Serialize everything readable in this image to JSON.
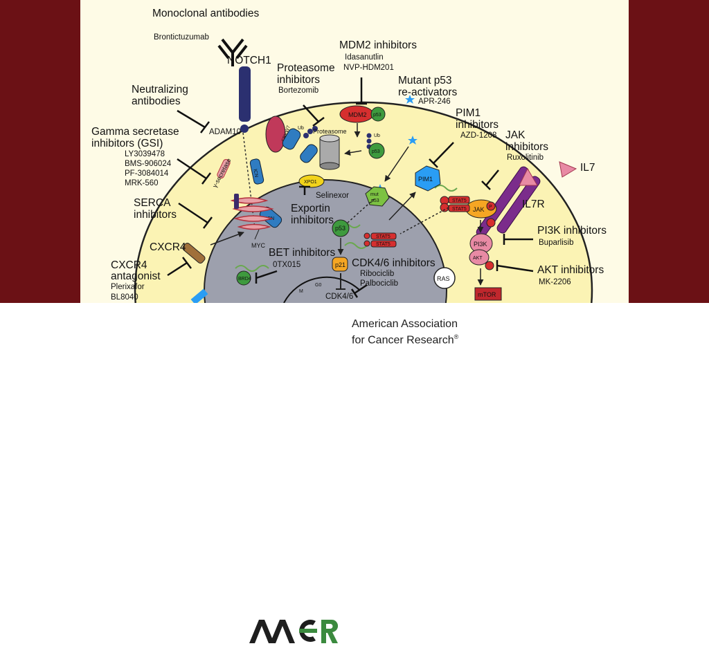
{
  "title": "",
  "colors": {
    "frame": "#6b1115",
    "canvas": "#fefbe6",
    "cytoplasm": "#fbf3b4",
    "nucleus": "#9da0ad",
    "logo_green": "#3b8a3e",
    "logo_dark": "#1e1e1e"
  },
  "labels": {
    "mono_title": "Monoclonal antibodies",
    "brontictuzumab": "Brontictuzumab",
    "notch1": "NOTCH1",
    "mdm2_title": "MDM2 inhibitors",
    "idasanutlin": "Idasanutlin",
    "nvp": "NVP-HDM201",
    "prot_1": "Proteasome",
    "prot_2": "inhibitors",
    "bortezomib": "Bortezomib",
    "mutp53_1": "Mutant p53",
    "mutp53_2": "re-activators",
    "apr246": "APR-246",
    "neut_1": "Neutralizing",
    "neut_2": "antibodies",
    "adam10": "ADAM10",
    "pim1_1": "PIM1",
    "pim1_2": "inhibitors",
    "azd": "AZD-1208",
    "gsi_1": "Gamma secretase",
    "gsi_2": "inhibitors (GSI)",
    "ly": "LY3039478",
    "bms": "BMS-906024",
    "pf": "PF-3084014",
    "mrk": "MRK-560",
    "gsec": "γ-secretase",
    "jak_1": "JAK",
    "jak_2": "inhibitors",
    "ruxolitinib": "Ruxolitinib",
    "il7": "IL7",
    "il7r": "IL7R",
    "serca_1": "SERCA",
    "serca_2": "inhibitors",
    "cxcr4": "CXCR4",
    "cxcr4ant_1": "CXCR4",
    "cxcr4ant_2": "antagonist",
    "plerixafor": "Plerixafor",
    "bl8040": "BL8040",
    "xpo1": "XPO1",
    "selinexor": "Selinexor",
    "exportin_1": "Exportin",
    "exportin_2": "inhibitors",
    "icn": "ICN",
    "myc": "MYC",
    "bet": "BET inhibitors",
    "otx": "0TX015",
    "brd4": "BRD4",
    "p53": "p53",
    "mut": "mut",
    "stat5": "STAT5",
    "p21": "p21",
    "cdk_title": "CDK4/6 inhibitors",
    "ribociclib": "Ribociclib",
    "palbociclib": "Palbociclib",
    "cdk46": "CDK4/6",
    "g0": "G0",
    "mphase": "M",
    "ras": "RAS",
    "pi3k_title": "PI3K inhibitors",
    "buparlisib": "Buparlisib",
    "pi3k": "PI3K",
    "akt": "AKT",
    "akt_title": "AKT inhibitors",
    "mk": "MK-2206",
    "mtor": "mTOR",
    "jak": "JAK",
    "p": "P",
    "ub": "Ub",
    "proteasome": "Proteasome",
    "fbxw7": "FBXW7",
    "mdm2": "MDM2"
  },
  "footer": {
    "logo_text": "AACR",
    "org_line1": "American Association",
    "org_line2": "for Cancer Research",
    "reg": "®"
  }
}
